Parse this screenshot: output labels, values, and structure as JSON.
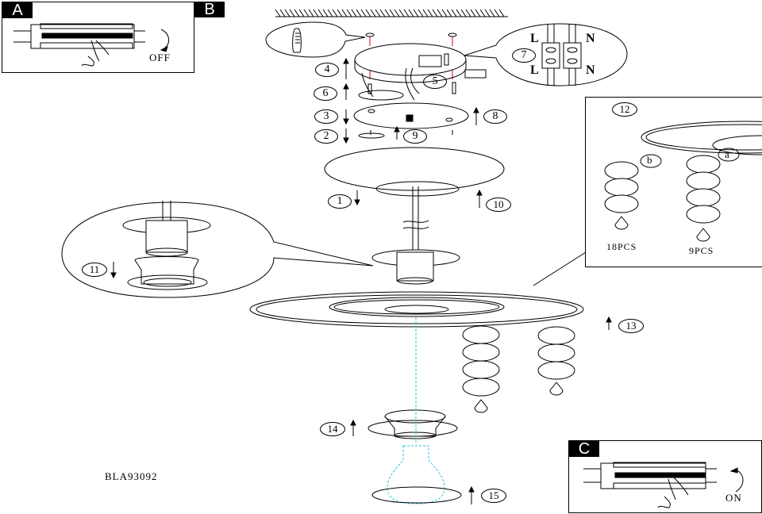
{
  "panels": {
    "a": {
      "tag": "A",
      "action": "OFF"
    },
    "b": {
      "tag": "B"
    },
    "c": {
      "tag": "C",
      "action": "ON"
    }
  },
  "steps": [
    "1",
    "2",
    "3",
    "4",
    "5",
    "6",
    "7",
    "8",
    "9",
    "10",
    "11",
    "12",
    "13",
    "14",
    "15"
  ],
  "wiring": {
    "live_top": "L",
    "neutral_top": "N",
    "live_bottom": "L",
    "neutral_bottom": "N"
  },
  "detail12": {
    "hook_a": "a",
    "hook_b": "b",
    "count_b": "18PCS",
    "count_a": "9PCS"
  },
  "model": "BLA93092",
  "colors": {
    "line": "#000000",
    "drill_mark": "#d9001b",
    "bulb": "#29c4d8"
  }
}
